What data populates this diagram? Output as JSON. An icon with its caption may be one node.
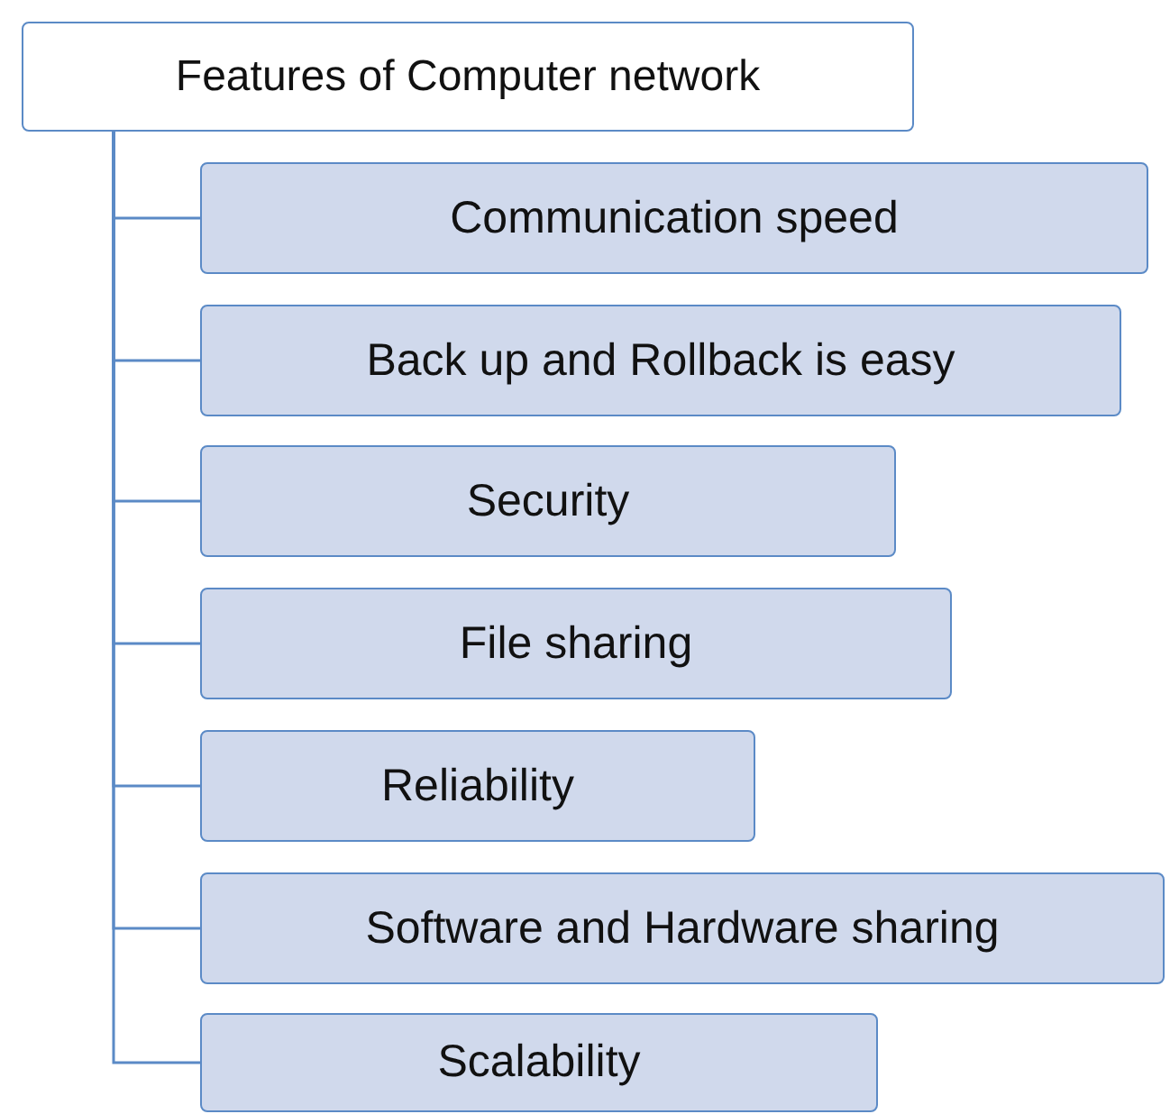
{
  "diagram": {
    "nodes": [
      {
        "text": [
          "Features of Computer network"
        ]
      },
      {
        "text": [
          "Communication speed"
        ]
      },
      {
        "text": [
          "Back up and Rollback is easy"
        ]
      },
      {
        "text": [
          "Security"
        ]
      },
      {
        "text": [
          "File sharing"
        ]
      },
      {
        "text": [
          "Reliability"
        ]
      },
      {
        "text": [
          "Software and Hardware sharing"
        ]
      },
      {
        "text": [
          "Scalability"
        ]
      }
    ],
    "edges": [
      {
        "from": 0,
        "to": 1,
        "arrow": "none"
      },
      {
        "from": 0,
        "to": 2,
        "arrow": "none"
      },
      {
        "from": 0,
        "to": 3,
        "arrow": "none"
      },
      {
        "from": 0,
        "to": 4,
        "arrow": "none"
      },
      {
        "from": 0,
        "to": 5,
        "arrow": "none"
      },
      {
        "from": 0,
        "to": 6,
        "arrow": "none"
      },
      {
        "from": 0,
        "to": 7,
        "arrow": "none"
      }
    ]
  }
}
